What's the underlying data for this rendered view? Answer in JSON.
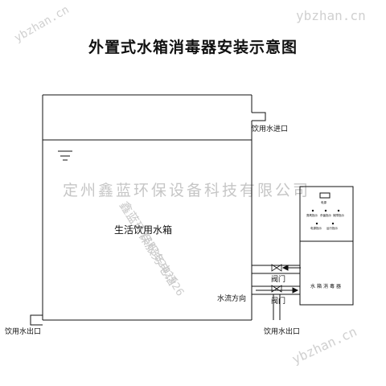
{
  "title": "外置式水箱消毒器安装示意图",
  "tank": {
    "label": "生活饮用水箱"
  },
  "labels": {
    "inlet": "饮用水进口",
    "outlet_left": "饮用水出口",
    "outlet_right": "饮用水出口",
    "valve_top": "阀门",
    "valve_bottom": "阀门",
    "flow_direction": "水流方向"
  },
  "device": {
    "name": "水箱消毒器",
    "panel_top": "电源",
    "indicators_row1": [
      "臭氧指示",
      "杀菌指示",
      "故障指示"
    ],
    "indicators_row2": [
      "电源指示",
      "运行指示"
    ]
  },
  "watermarks": {
    "company": "定州鑫蓝环保设备科技有限公司",
    "diagonal": "鑫蓝环保服务电话",
    "phone": "15630242926",
    "site_top_left": "ybzhan.cn",
    "site_top_right": "ybzhan.cn",
    "site_bottom_right": "ybzhan.cn"
  }
}
